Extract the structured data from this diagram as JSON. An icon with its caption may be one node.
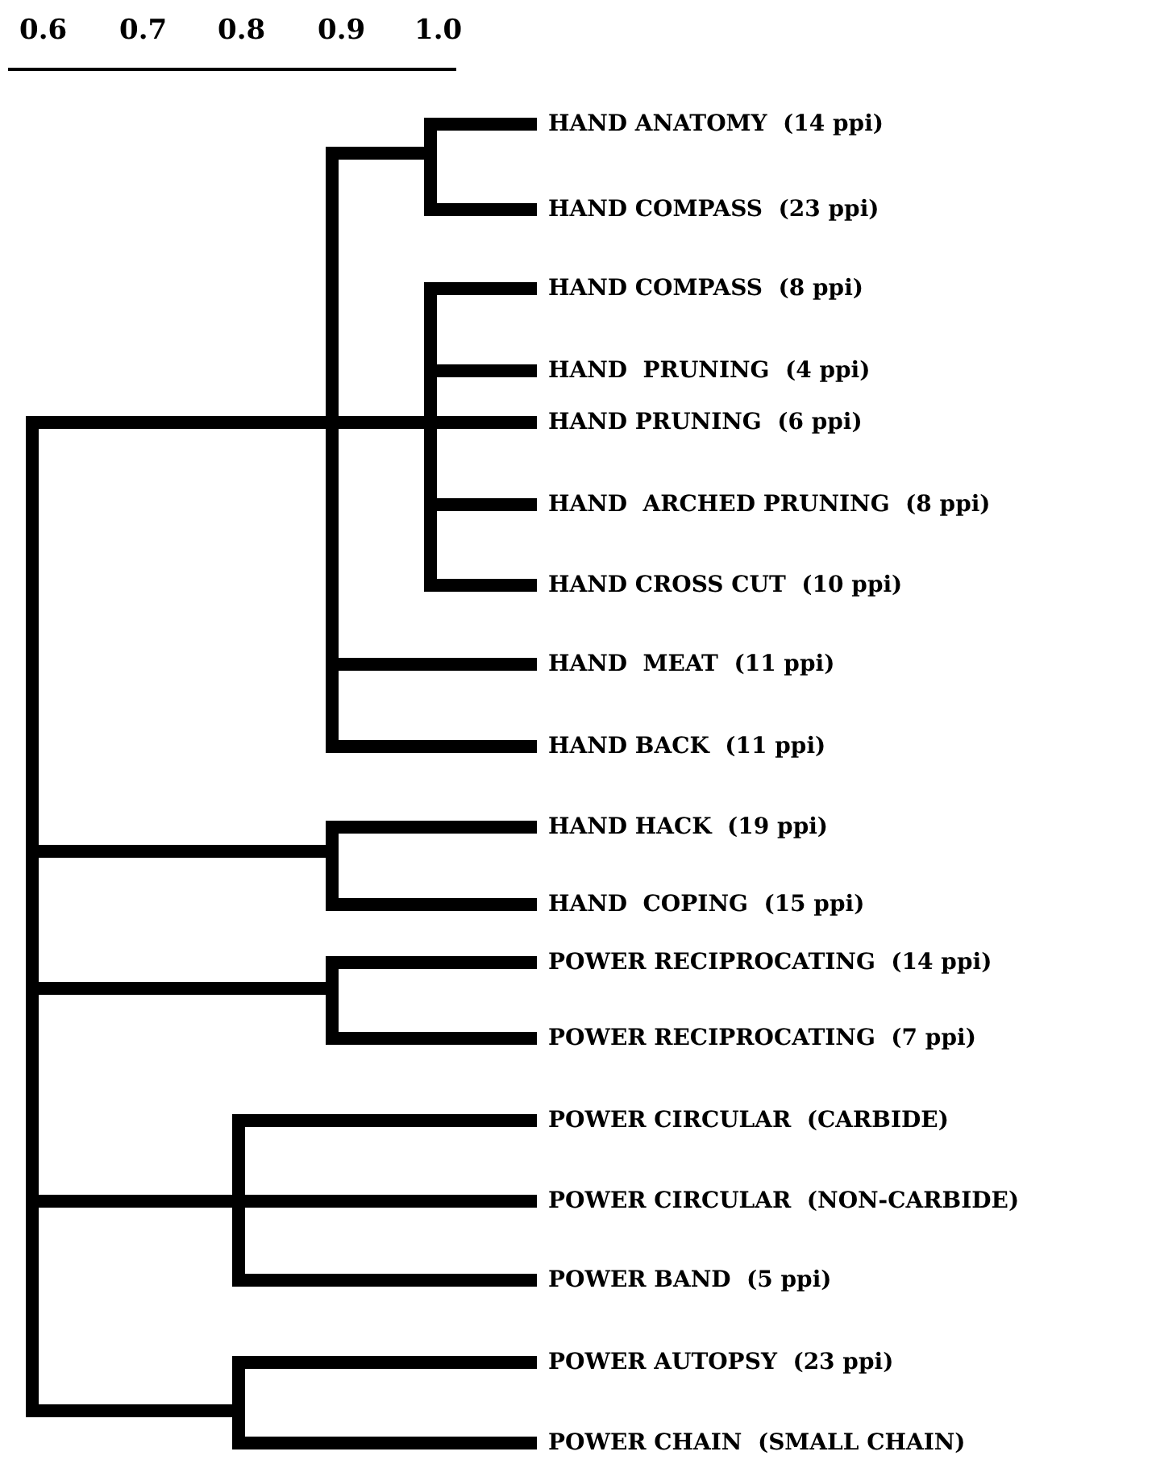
{
  "diagram": {
    "labels": [
      "0.6",
      "0.7",
      "0.8",
      "0.9",
      "1.0",
      "HAND ANATOMY  (14 ppi)",
      "HAND COMPASS  (23 ppi)",
      "HAND COMPASS  (8 ppi)",
      "HAND  PRUNING  (4 ppi)",
      "HAND PRUNING  (6 ppi)",
      "HAND  ARCHED PRUNING  (8 ppi)",
      "HAND CROSS CUT  (10 ppi)",
      "HAND  MEAT  (11 ppi)",
      "HAND BACK  (11 ppi)",
      "HAND HACK  (19 ppi)",
      "HAND  COPING  (15 ppi)",
      "POWER RECIPROCATING  (14 ppi)",
      "POWER RECIPROCATING  (7 ppi)",
      "POWER CIRCULAR  (CARBIDE)",
      "POWER CIRCULAR  (NON-CARBIDE)",
      "POWER BAND  (5 ppi)",
      "POWER AUTOPSY  (23 ppi)",
      "POWER CHAIN  (SMALL CHAIN)"
    ]
  }
}
